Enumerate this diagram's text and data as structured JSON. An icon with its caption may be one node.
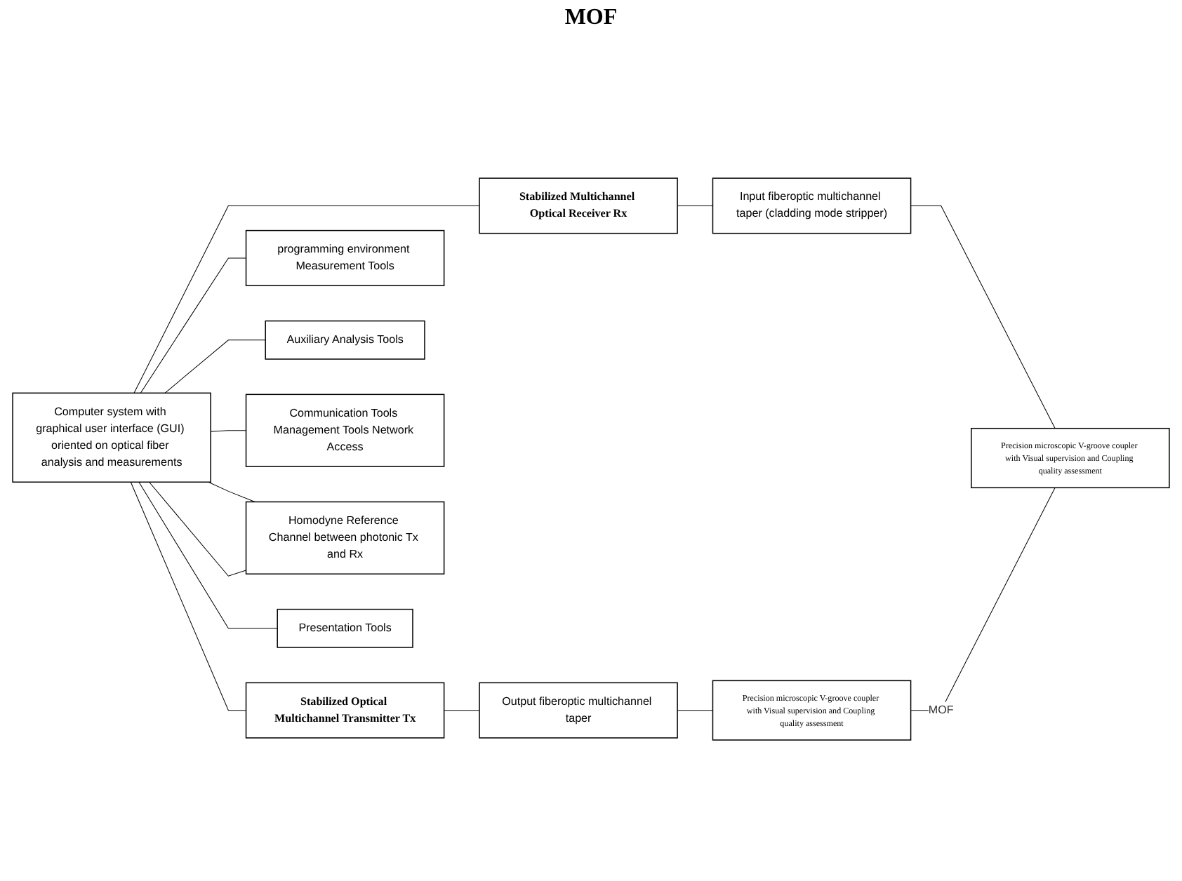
{
  "diagram": {
    "nodes": [
      {
        "text": [
          "Stabilized Optical Multichannel Transmitter Tx"
        ]
      },
      {
        "text": [
          "Computer system with graphical user interface (GUI) oriented on optical fiber analysis and measurements"
        ]
      },
      {
        "text": [
          "Output fiberoptic multichannel taper"
        ]
      },
      {
        "text": [
          "Precision microscopic V-groove coupler with Visual supervision and Coupling quality assessment"
        ]
      },
      {
        "text": [
          "programming environment Measurement Tools"
        ]
      },
      {
        "text": [
          "Stabilized Multichannel Optical Receiver Rx"
        ]
      },
      {
        "text": [
          "Auxiliary Analysis Tools"
        ]
      },
      {
        "text": [
          "Input fiberoptic multichannel taper (cladding mode stripper)"
        ]
      },
      {
        "text": [
          "Precision microscopic V-groove coupler with Visual supervision and Coupling quality assessment"
        ]
      },
      {
        "text": [
          "Communication Tools Management Tools Network Access"
        ]
      },
      {
        "text": [
          "Homodyne Reference Channel between photonic Tx and Rx"
        ]
      },
      {
        "text": [
          "Presentation Tools"
        ]
      }
    ],
    "edges": [
      {
        "from": 1,
        "to": 0,
        "arrow": "none"
      },
      {
        "from": 1,
        "to": 5,
        "arrow": "none"
      },
      {
        "from": 1,
        "to": 10,
        "arrow": "none"
      },
      {
        "from": 0,
        "to": 2,
        "arrow": "none"
      },
      {
        "from": 2,
        "to": 3,
        "arrow": "none"
      },
      {
        "from": 5,
        "to": 7,
        "arrow": "none"
      },
      {
        "from": 7,
        "to": 8,
        "arrow": "none"
      },
      {
        "from": 3,
        "to": 8,
        "arrow": "none",
        "label": "MOF"
      },
      {
        "from": 1,
        "to": 4,
        "arrow": "none"
      },
      {
        "from": 1,
        "to": 6,
        "arrow": "none"
      },
      {
        "from": 1,
        "to": 9,
        "arrow": "none"
      },
      {
        "from": 1,
        "to": 11,
        "arrow": "none"
      },
      {
        "from": 10,
        "to": 1,
        "arrow": "none"
      }
    ],
    "labels": [
      "MOF"
    ]
  }
}
